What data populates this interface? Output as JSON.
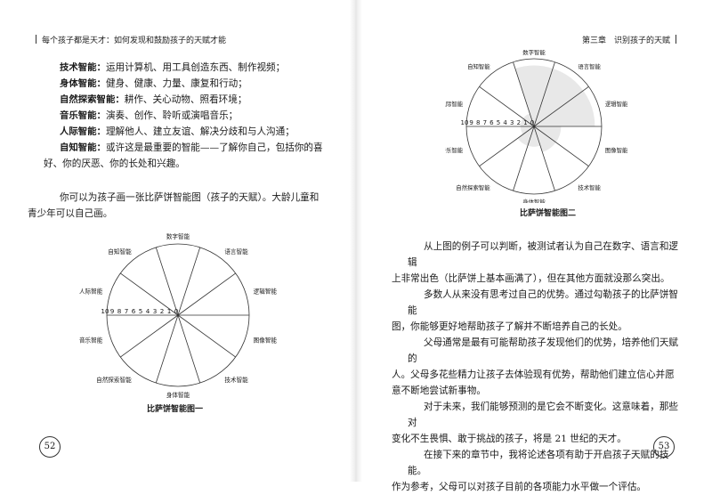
{
  "left_page": {
    "running_head": "每个孩子都是天才：如何发现和鼓励孩子的天赋才能",
    "list": [
      {
        "label": "技术智能：",
        "text": "运用计算机、用工具创造东西、制作视频；"
      },
      {
        "label": "身体智能：",
        "text": "健身、健康、力量、康复和行动；"
      },
      {
        "label": "自然探索智能：",
        "text": "耕作、关心动物、照看环境；"
      },
      {
        "label": "音乐智能：",
        "text": "演奏、创作、聆听或演唱音乐；"
      },
      {
        "label": "人际智能：",
        "text": "理解他人、建立友谊、解决分歧和与人沟通；"
      },
      {
        "label": "自知智能：",
        "text": "或许这是最重要的智能——了解你自己，包括你的喜",
        "cont": "好、你的厌恶、你的长处和兴趣。"
      }
    ],
    "paragraph": [
      "你可以为孩子画一张比萨饼智能图（孩子的天赋）。大龄儿童和",
      "青少年可以自己画。"
    ],
    "chart_caption": "比萨饼智能图一",
    "page_number": "52"
  },
  "right_page": {
    "running_head": "第三章　识别孩子的天赋",
    "chart_caption": "比萨饼智能图二",
    "paragraphs": [
      [
        "从上图的例子可以判断，被测试者认为自己在数字、语言和逻辑",
        "上非常出色（比萨饼上基本画满了），但在其他方面就没那么突出。"
      ],
      [
        "多数人从来没有思考过自己的优势。通过勾勒孩子的比萨饼智能",
        "图，你能够更好地帮助孩子了解并不断培养自己的长处。"
      ],
      [
        "父母通常是最有可能帮助孩子发现他们的优势，培养他们天赋的",
        "人。父母多花些精力让孩子去体验现有优势，帮助他们建立信心并愿",
        "意不断地尝试新事物。"
      ],
      [
        "对于未来，我们能够预测的是它会不断变化。这意味着，那些对",
        "变化不生畏惧、敢于挑战的孩子，将是 21 世纪的天才。"
      ],
      [
        "在接下来的章节中，我将论述各项有助于开启孩子天赋的技能。",
        "作为参考，父母可以对孩子目前的各项能力水平做一个评估。"
      ]
    ],
    "page_number": "53"
  },
  "chart_data": [
    {
      "type": "pie",
      "title": "比萨饼智能图一",
      "categories": [
        "数字智能",
        "语言智能",
        "逻辑智能",
        "图像智能",
        "技术智能",
        "身体智能",
        "自然探索智能",
        "音乐智能",
        "人际智能",
        "自知智能"
      ],
      "scale_labels": [
        "10",
        "9",
        "8",
        "7",
        "6",
        "5",
        "4",
        "3",
        "2",
        "1",
        "0"
      ],
      "values": [
        0,
        0,
        0,
        0,
        0,
        0,
        0,
        0,
        0,
        0
      ],
      "range": [
        0,
        10
      ]
    },
    {
      "type": "pie",
      "title": "比萨饼智能图二",
      "categories": [
        "数字智能",
        "语言智能",
        "逻辑智能",
        "图像智能",
        "技术智能",
        "身体智能",
        "自然探索智能",
        "音乐智能",
        "人际智能",
        "自知智能"
      ],
      "scale_labels": [
        "10",
        "9",
        "8",
        "7",
        "6",
        "5",
        "4",
        "3",
        "2",
        "1",
        "0"
      ],
      "values": [
        9,
        9,
        9,
        4,
        4,
        3,
        3,
        2,
        2,
        2
      ],
      "range": [
        0,
        10
      ],
      "fill_color": "#e8e8e8"
    }
  ]
}
